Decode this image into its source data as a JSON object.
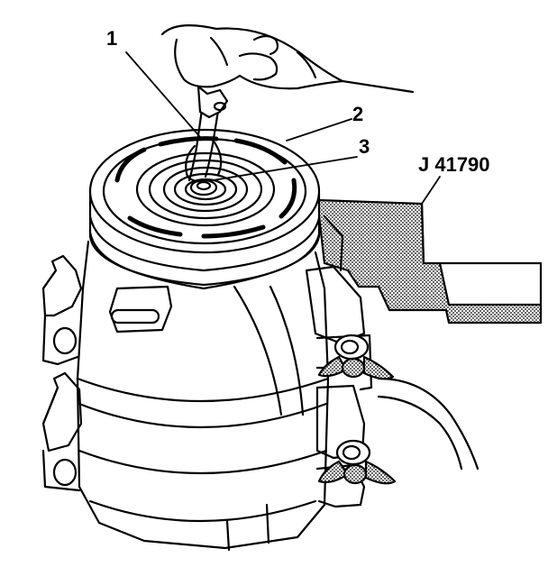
{
  "callouts": {
    "c1": "1",
    "c2": "2",
    "c3": "3",
    "tool": "J 41790"
  },
  "colors": {
    "ink": "#000000",
    "paper": "#ffffff",
    "stipple": "#9a9a9a"
  }
}
